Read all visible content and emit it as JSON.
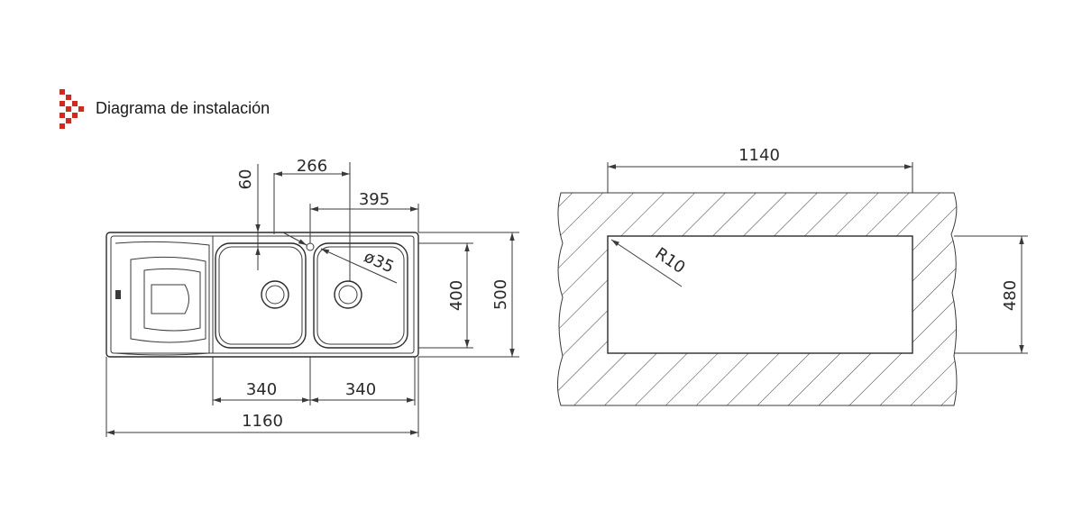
{
  "header": {
    "title": "Diagrama de instalación",
    "logo_icon": "red-pixel-logo-icon",
    "logo_color": "#d9261c"
  },
  "sink_drawing": {
    "dims": {
      "faucet_offset": "60",
      "bowl_centers": "266",
      "right_bowl_width": "395",
      "hole_diameter": "ø35",
      "bowl_depth": "400",
      "overall_depth": "500",
      "bowl_left_width": "340",
      "bowl_right_width": "340",
      "overall_width": "1160"
    }
  },
  "cutout_drawing": {
    "dims": {
      "width": "1140",
      "height": "480",
      "corner_radius": "R10"
    }
  },
  "colors": {
    "line": "#3a3a3a",
    "accent": "#d9261c"
  }
}
